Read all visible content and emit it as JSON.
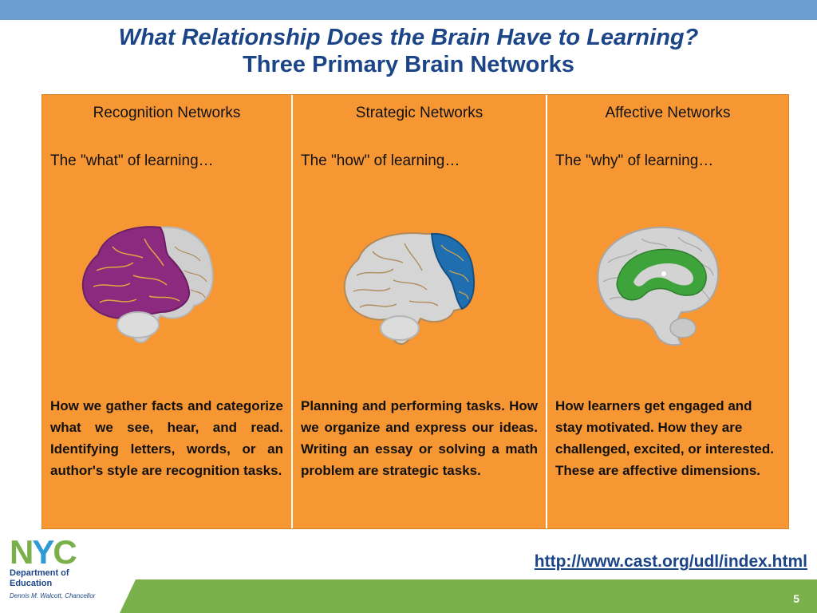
{
  "title": {
    "line1": "What Relationship Does the Brain Have to Learning?",
    "line2": "Three Primary Brain Networks"
  },
  "columns": [
    {
      "heading": "Recognition Networks",
      "subtitle": "The \"what\" of learning…",
      "description": "How we gather facts and categorize what we see, hear, and read. Identifying letters, words, or an author's style are recognition tasks.",
      "highlight_color": "#8b2a7e"
    },
    {
      "heading": "Strategic Networks",
      "subtitle": "The \"how\" of learning…",
      "description": "Planning and performing tasks. How we organize and express our ideas. Writing an essay or solving a math problem are strategic tasks.",
      "highlight_color": "#1f6fb0"
    },
    {
      "heading": "Affective Networks",
      "subtitle": "The \"why\" of learning…",
      "description": "How learners get engaged and stay motivated. How they are challenged, excited, or interested. These are affective dimensions.",
      "highlight_color": "#3da33a"
    }
  ],
  "footer": {
    "logo_text": "NYC",
    "department": "Department of Education",
    "chancellor": "Dennis M. Walcott, Chancellor",
    "link": "http://www.cast.org/udl/index.html",
    "page_number": "5"
  },
  "colors": {
    "panel": "#f79733",
    "title": "#1c4587",
    "top_bar": "#6b9fd1",
    "bottom_bar": "#7ab04a"
  }
}
